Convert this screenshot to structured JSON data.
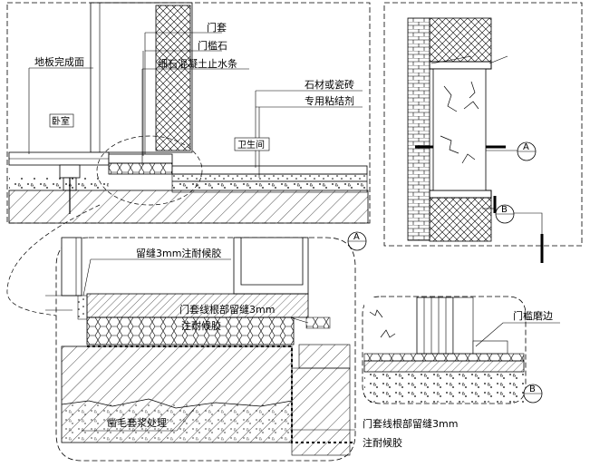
{
  "labels": {
    "door_casing": "门套",
    "threshold_stone": "门槛石",
    "concrete_water_stop": "细石混凝土止水条",
    "floor_finish": "地板完成面",
    "bedroom": "卧室",
    "bathroom": "卫生间",
    "stone_or_tile": "石材或瓷砖",
    "special_adhesive": "专用粘结剂",
    "gap_3mm_sealant": "留缝3mm注耐候胶",
    "casing_root_gap_a_line1": "门套线根部留缝3mm",
    "casing_root_gap_a_line2": "注耐候胶",
    "grinding_treatment": "凿毛套浆处理",
    "casing_root_gap_b_line1": "门套线根部留缝3mm",
    "casing_root_gap_b_line2": "注耐候胶",
    "threshold_edge": "门槛磨边"
  },
  "section_markers": {
    "a": "A",
    "b": "B"
  },
  "colors": {
    "line": "#000000",
    "background": "#ffffff"
  }
}
